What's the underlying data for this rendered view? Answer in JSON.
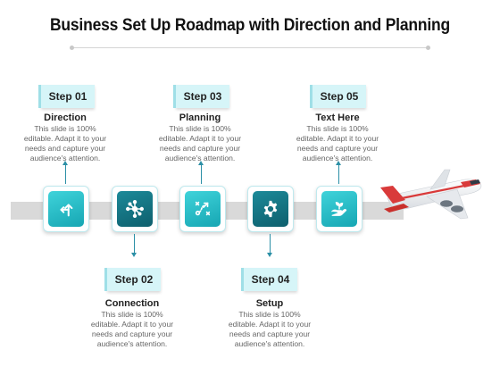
{
  "title": "Business Set Up Roadmap with Direction and Planning",
  "colors": {
    "accent_light": "#3fd3da",
    "accent_dark": "#0e5f6d",
    "badge_bg": "#d6f5f8",
    "track": "#d9d9d9",
    "plane_red": "#d93a3a"
  },
  "steps": [
    {
      "badge": "Step 01",
      "heading": "Direction",
      "description": "This slide is 100% editable. Adapt it to your needs and capture your audience's attention.",
      "icon": "direction-arrows-icon",
      "position": "above"
    },
    {
      "badge": "Step 02",
      "heading": "Connection",
      "description": "This slide is 100% editable. Adapt it to your needs and capture your audience's attention.",
      "icon": "network-hub-icon",
      "position": "below"
    },
    {
      "badge": "Step 03",
      "heading": "Planning",
      "description": "This slide is 100% editable. Adapt it to your needs and capture your audience's attention.",
      "icon": "strategy-plan-icon",
      "position": "above"
    },
    {
      "badge": "Step 04",
      "heading": "Setup",
      "description": "This slide is 100% editable. Adapt it to your needs and capture your audience's attention.",
      "icon": "gear-icon",
      "position": "below"
    },
    {
      "badge": "Step 05",
      "heading": "Text Here",
      "description": "This slide is 100% editable. Adapt it to your needs and capture your audience's attention.",
      "icon": "hand-plant-icon",
      "position": "above"
    }
  ],
  "decoration": {
    "plane_icon": "airplane-icon"
  }
}
